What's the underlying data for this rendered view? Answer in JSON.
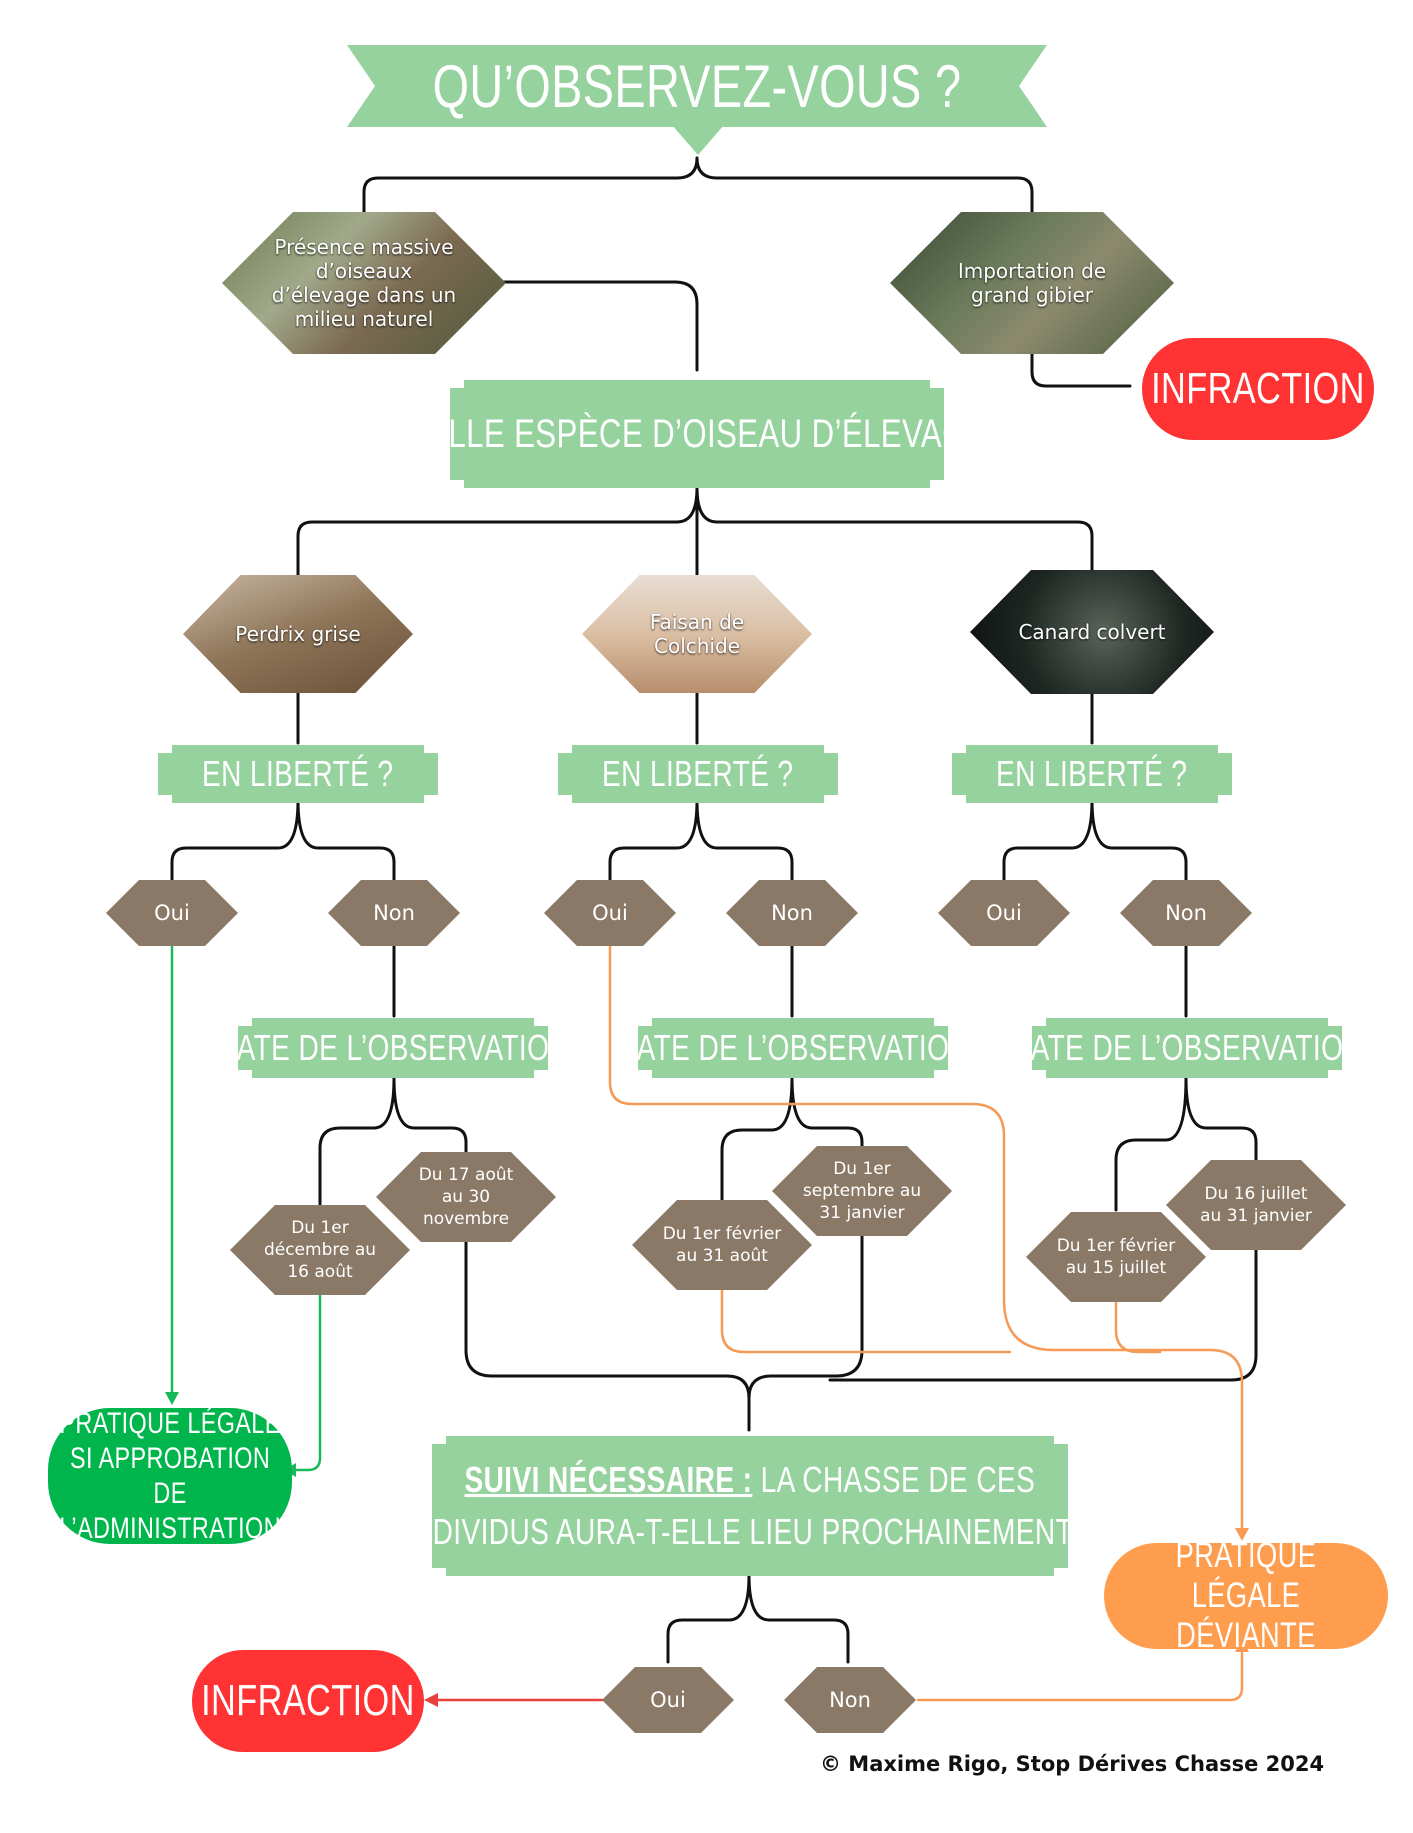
{
  "title": "QU’OBSERVEZ-VOUS ?",
  "observations": {
    "left": "Présence massive d’oiseaux d’élevage dans un milieu naturel",
    "right": "Importation de grand gibier"
  },
  "infraction_top": "INFRACTION",
  "species_question": "QUELLE ESPÈCE D’OISEAU D’ÉLEVAGE ?",
  "species": [
    {
      "name": "Perdrix grise"
    },
    {
      "name": "Faisan de Colchide"
    },
    {
      "name": "Canard colvert"
    }
  ],
  "liberty_question": "EN LIBERTÉ ?",
  "yes": "Oui",
  "no": "Non",
  "date_question": "DATE DE L’OBSERVATION",
  "dates": {
    "perdrix": [
      "Du 1er décembre au 16 août",
      "Du 17 août au 30 novembre"
    ],
    "faisan": [
      "Du 1er février au 31 août",
      "Du 1er septembre au 31 janvier"
    ],
    "canard": [
      "Du 1er février au 15 juillet",
      "Du 16 juillet au 31 janvier"
    ]
  },
  "legal_admin": "PRATIQUE LÉGALE SI APPROBATION DE L’ADMINISTRATION",
  "followup": {
    "emphasis": "SUIVI NÉCESSAIRE :",
    "line1": "LA CHASSE DE CES",
    "line2": "INDIVIDUS AURA-T-ELLE LIEU PROCHAINEMENT ?"
  },
  "legal_deviant": "PRATIQUE LÉGALE DÉVIANTE",
  "infraction_bottom": "INFRACTION",
  "credit": "© Maxime Rigo, Stop Dérives Chasse 2024",
  "colors": {
    "green_box": "#96d29e",
    "hex_brown": "#8a7966",
    "infraction_red": "#ff3333",
    "legal_green": "#00b64c",
    "deviant_orange": "#ff9d4e",
    "green_line": "#17b95a",
    "orange_line": "#f69a55",
    "red_line": "#e8413c"
  }
}
